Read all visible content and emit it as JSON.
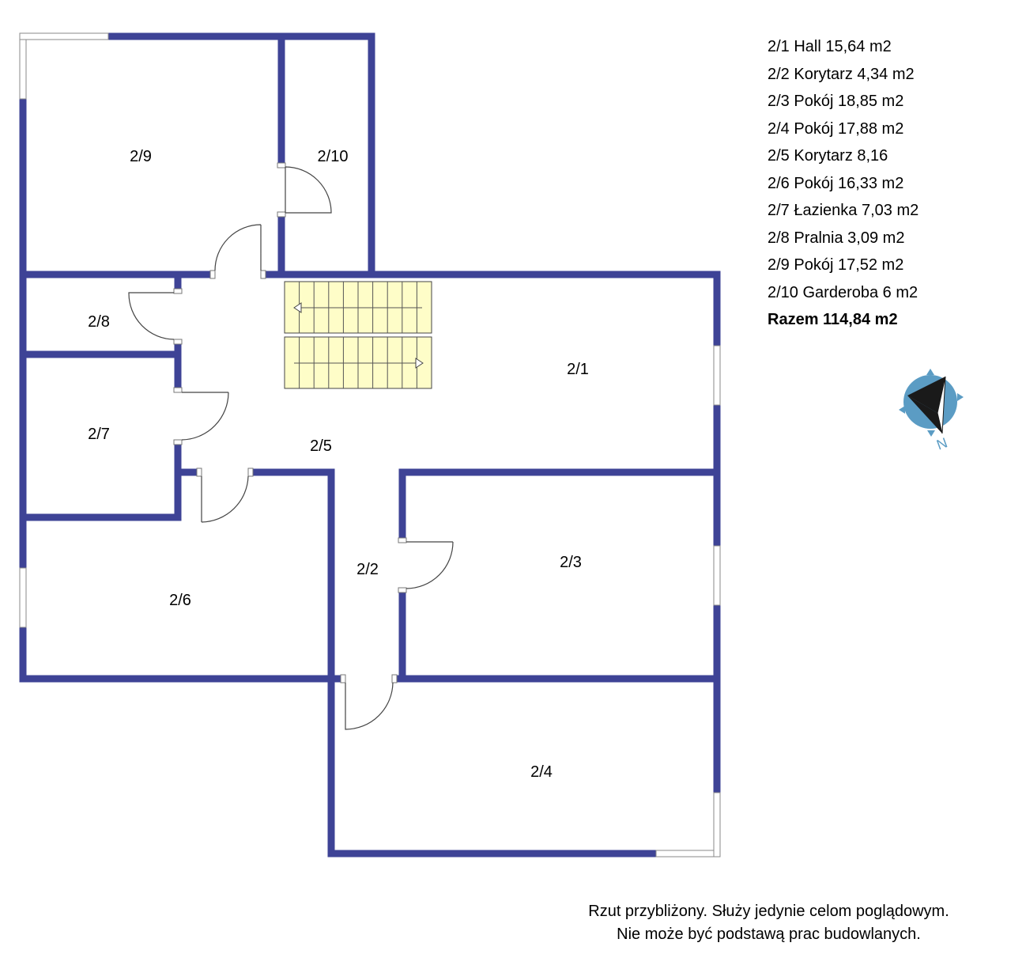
{
  "rooms": {
    "r2_1": "2/1",
    "r2_2": "2/2",
    "r2_3": "2/3",
    "r2_4": "2/4",
    "r2_5": "2/5",
    "r2_6": "2/6",
    "r2_7": "2/7",
    "r2_8": "2/8",
    "r2_9": "2/9",
    "r2_10": "2/10"
  },
  "legend": {
    "items": [
      "2/1 Hall 15,64 m2",
      "2/2 Korytarz 4,34 m2",
      "2/3 Pokój 18,85 m2",
      "2/4 Pokój 17,88 m2",
      "2/5 Korytarz 8,16",
      "2/6 Pokój 16,33 m2",
      "2/7 Łazienka 7,03 m2",
      "2/8 Pralnia 3,09 m2",
      "2/9 Pokój 17,52 m2",
      "2/10 Garderoba 6 m2"
    ],
    "total": "Razem 114,84 m2"
  },
  "compass": {
    "letter": "N",
    "icon": "compass-icon"
  },
  "disclaimer": {
    "line1": "Rzut przybliżony. Służy jedynie celom poglądowym.",
    "line2": "Nie może być podstawą prac budowlanych."
  },
  "colors": {
    "wall": "#3e4396",
    "stairs": "#fefdc8",
    "compass": "#5b9cc4"
  }
}
